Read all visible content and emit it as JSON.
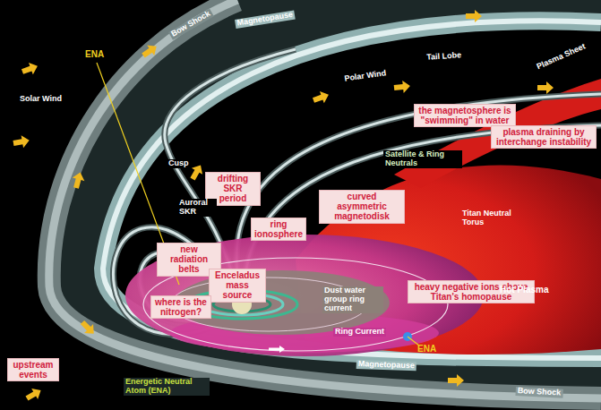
{
  "diagram": {
    "nodes": [
      {
        "text": [
          "the magnetosphere is \"swimming\" in water"
        ]
      },
      {
        "text": [
          "plasma draining by interchange instability"
        ]
      },
      {
        "text": [
          "drifting SKR period"
        ]
      },
      {
        "text": [
          "curved asymmetric magnetodisk"
        ]
      },
      {
        "text": [
          "ring ionosphere"
        ]
      },
      {
        "text": [
          "new radiation belts"
        ]
      },
      {
        "text": [
          "Enceladus mass source"
        ]
      },
      {
        "text": [
          "where is the nitrogen?"
        ]
      },
      {
        "text": [
          "heavy negative ions above Titan's homopause"
        ]
      },
      {
        "text": [
          "upstream events"
        ]
      }
    ],
    "edges": [],
    "labels": [
      "ENA",
      "Bow Shock",
      "Magnetopause",
      "Solar Wind",
      "Polar Wind",
      "Tail Lobe",
      "Plasma Sheet",
      "Cusp",
      "Auroral SKR",
      "Satellite & Ring Neutrals",
      "Titan Neutral Torus",
      "Hot Plasma",
      "Dust water group ring current",
      "Ring Current",
      "ENA",
      "Magnetopause",
      "Energetic Neutral Atom (ENA)",
      "Bow Shock"
    ]
  }
}
